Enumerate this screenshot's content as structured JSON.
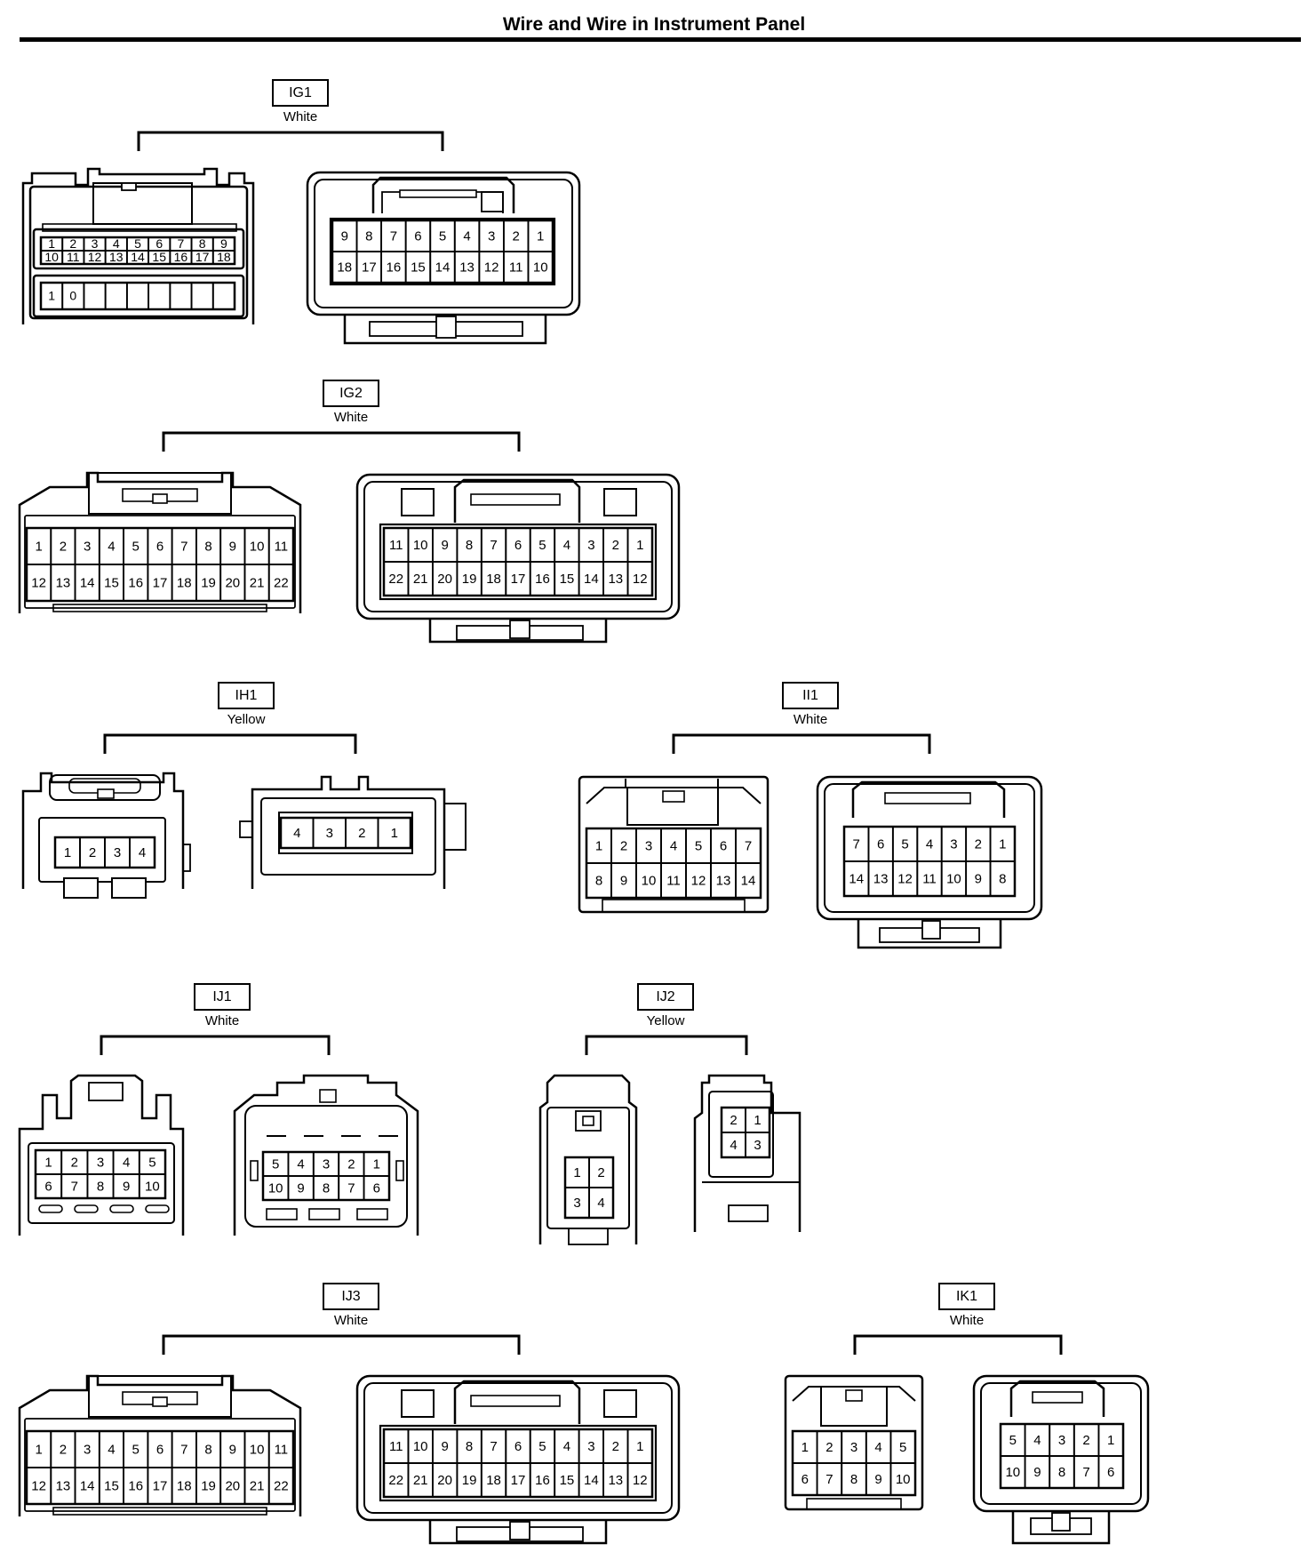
{
  "page": {
    "title": "Wire and Wire in Instrument Panel"
  },
  "connectors": [
    {
      "id": "IG1",
      "color": "White",
      "female": [
        [
          "1",
          "2",
          "3",
          "4",
          "5",
          "6",
          "7",
          "8",
          "9"
        ],
        [
          "10",
          "11",
          "12",
          "13",
          "14",
          "15",
          "16",
          "17",
          "18"
        ]
      ],
      "male": [
        [
          "9",
          "8",
          "7",
          "6",
          "5",
          "4",
          "3",
          "2",
          "1"
        ],
        [
          "18",
          "17",
          "16",
          "15",
          "14",
          "13",
          "12",
          "11",
          "10"
        ]
      ]
    },
    {
      "id": "IG2",
      "color": "White",
      "female": [
        [
          "1",
          "2",
          "3",
          "4",
          "5",
          "6",
          "7",
          "8",
          "9",
          "10",
          "11"
        ],
        [
          "12",
          "13",
          "14",
          "15",
          "16",
          "17",
          "18",
          "19",
          "20",
          "21",
          "22"
        ]
      ],
      "male": [
        [
          "11",
          "10",
          "9",
          "8",
          "7",
          "6",
          "5",
          "4",
          "3",
          "2",
          "1"
        ],
        [
          "22",
          "21",
          "20",
          "19",
          "18",
          "17",
          "16",
          "15",
          "14",
          "13",
          "12"
        ]
      ]
    },
    {
      "id": "IH1",
      "color": "Yellow",
      "female": [
        [
          "1",
          "2",
          "3",
          "4"
        ]
      ],
      "male": [
        [
          "4",
          "3",
          "2",
          "1"
        ]
      ]
    },
    {
      "id": "II1",
      "color": "White",
      "female": [
        [
          "1",
          "2",
          "3",
          "4",
          "5",
          "6",
          "7"
        ],
        [
          "8",
          "9",
          "10",
          "11",
          "12",
          "13",
          "14"
        ]
      ],
      "male": [
        [
          "7",
          "6",
          "5",
          "4",
          "3",
          "2",
          "1"
        ],
        [
          "14",
          "13",
          "12",
          "11",
          "10",
          "9",
          "8"
        ]
      ]
    },
    {
      "id": "IJ1",
      "color": "White",
      "female": [
        [
          "1",
          "2",
          "3",
          "4",
          "5"
        ],
        [
          "6",
          "7",
          "8",
          "9",
          "10"
        ]
      ],
      "male": [
        [
          "5",
          "4",
          "3",
          "2",
          "1"
        ],
        [
          "10",
          "9",
          "8",
          "7",
          "6"
        ]
      ]
    },
    {
      "id": "IJ2",
      "color": "Yellow",
      "female": [
        [
          "1",
          "2"
        ],
        [
          "3",
          "4"
        ]
      ],
      "male": [
        [
          "2",
          "1"
        ],
        [
          "4",
          "3"
        ]
      ]
    },
    {
      "id": "IJ3",
      "color": "White",
      "female": [
        [
          "1",
          "2",
          "3",
          "4",
          "5",
          "6",
          "7",
          "8",
          "9",
          "10",
          "11"
        ],
        [
          "12",
          "13",
          "14",
          "15",
          "16",
          "17",
          "18",
          "19",
          "20",
          "21",
          "22"
        ]
      ],
      "male": [
        [
          "11",
          "10",
          "9",
          "8",
          "7",
          "6",
          "5",
          "4",
          "3",
          "2",
          "1"
        ],
        [
          "22",
          "21",
          "20",
          "19",
          "18",
          "17",
          "16",
          "15",
          "14",
          "13",
          "12"
        ]
      ]
    },
    {
      "id": "IK1",
      "color": "White",
      "female": [
        [
          "1",
          "2",
          "3",
          "4",
          "5"
        ],
        [
          "6",
          "7",
          "8",
          "9",
          "10"
        ]
      ],
      "male": [
        [
          "5",
          "4",
          "3",
          "2",
          "1"
        ],
        [
          "10",
          "9",
          "8",
          "7",
          "6"
        ]
      ]
    }
  ]
}
